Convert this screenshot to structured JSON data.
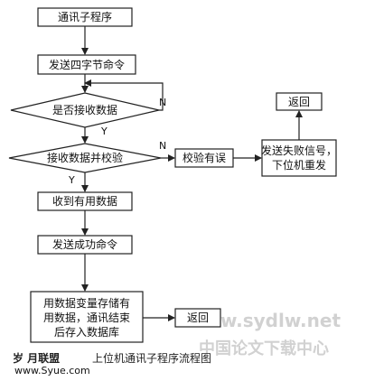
{
  "nodes": {
    "start": "通讯子程序",
    "send_cmd": "发送四字节命令",
    "receive_check": "是否接收数据",
    "receive_verify": "接收数据并校验",
    "verify_error": "校验有误",
    "fail_signal_line1": "发送失败信号，",
    "fail_signal_line2": "下位机重发",
    "return_top": "返回",
    "valid_data": "收到有用数据",
    "success_cmd": "发送成功命令",
    "store_line1": "用数据变量存储有",
    "store_line2": "用数据，通讯结束",
    "store_line3": "后存入数据库",
    "return_bottom": "返回"
  },
  "edge_labels": {
    "no_1": "N",
    "yes_1": "Y",
    "no_2": "N",
    "yes_2": "Y"
  },
  "caption": {
    "prefix": "岁 月联盟",
    "title": "上位机通讯子程序流程图"
  },
  "watermark": {
    "site": "www.sydlw.net",
    "text": "中国论文下载中心",
    "small": "www.Syue.com"
  }
}
